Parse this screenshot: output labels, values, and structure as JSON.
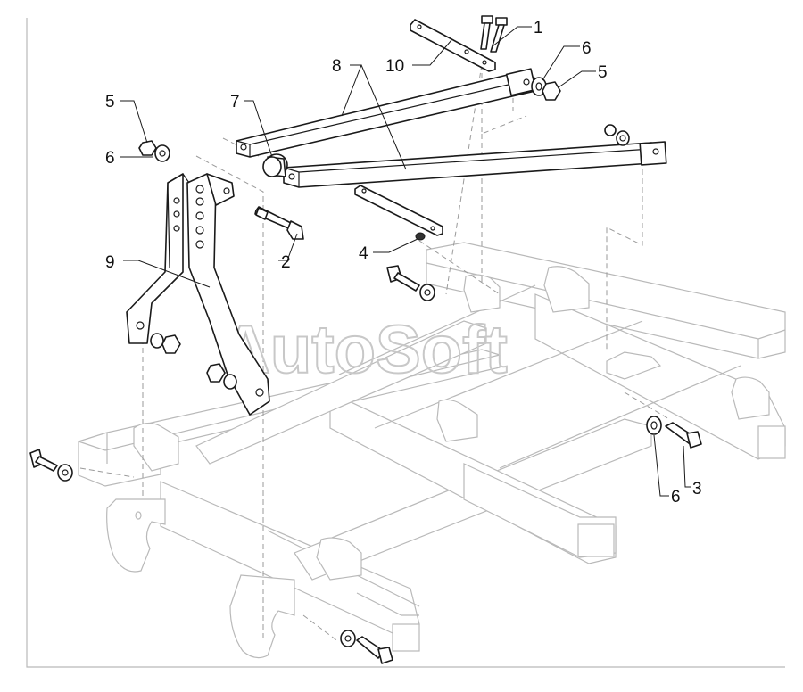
{
  "diagram": {
    "watermark": "AutoSoft",
    "callouts": [
      {
        "id": "1",
        "text": "1"
      },
      {
        "id": "2",
        "text": "2"
      },
      {
        "id": "3",
        "text": "3"
      },
      {
        "id": "4",
        "text": "4"
      },
      {
        "id": "5a",
        "text": "5"
      },
      {
        "id": "5b",
        "text": "5"
      },
      {
        "id": "6a",
        "text": "6"
      },
      {
        "id": "6b",
        "text": "6"
      },
      {
        "id": "6c",
        "text": "6"
      },
      {
        "id": "7",
        "text": "7"
      },
      {
        "id": "8",
        "text": "8"
      },
      {
        "id": "9",
        "text": "9"
      },
      {
        "id": "10",
        "text": "10"
      }
    ],
    "colors": {
      "line": "#1a1a1a",
      "frame": "#b9b9b9",
      "watermark": "#c8c8c8",
      "background": "#ffffff"
    }
  }
}
